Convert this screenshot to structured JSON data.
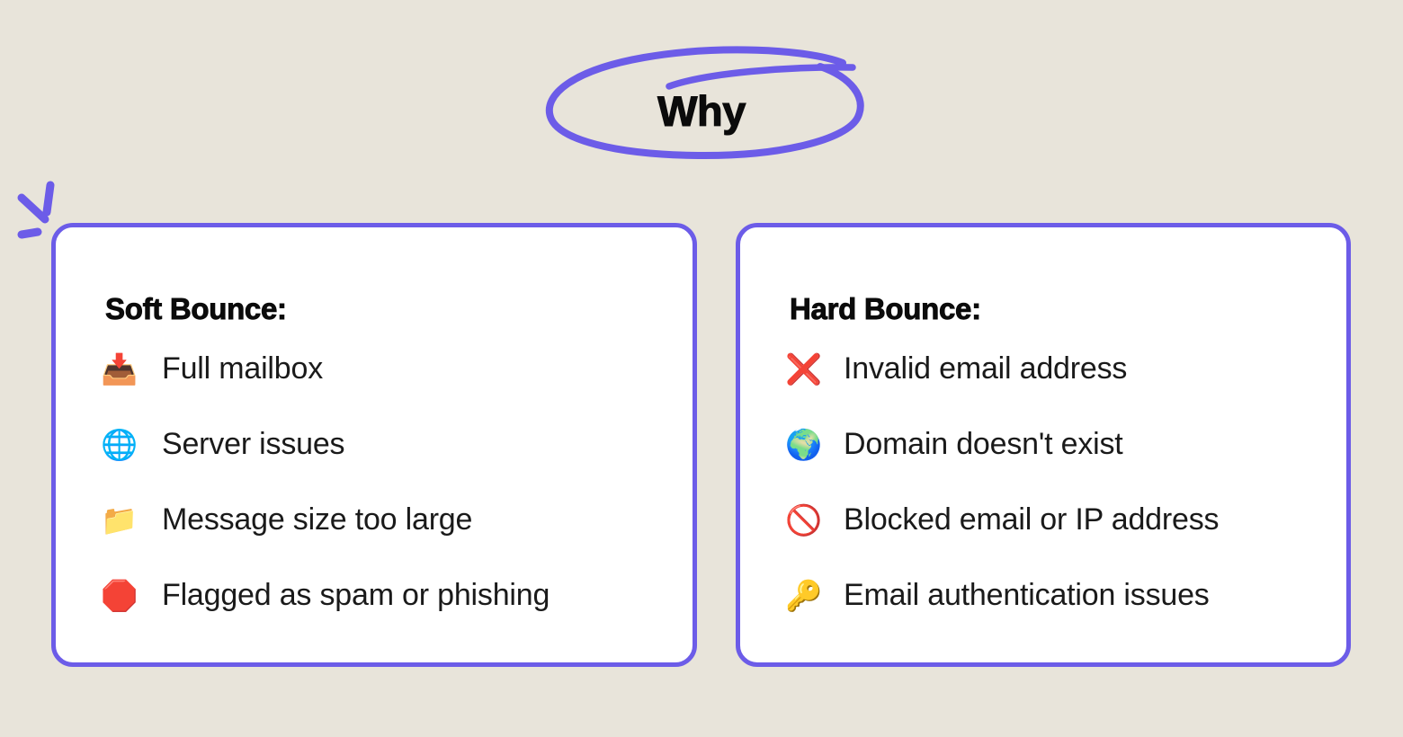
{
  "theme": {
    "background_color": "#E8E4DA",
    "accent_color": "#6C5CE8",
    "card_background": "#FFFFFF",
    "text_color": "#0B0B0B"
  },
  "header": {
    "title": "Why",
    "annotation": "hand-drawn-purple-ellipse"
  },
  "decorations": {
    "sparkle": "three-purple-dashes"
  },
  "cards": [
    {
      "id": "soft-bounce",
      "title": "Soft Bounce:",
      "items": [
        {
          "icon": "inbox-tray-icon",
          "glyph": "📥",
          "label": "Full mailbox"
        },
        {
          "icon": "globe-meridians-icon",
          "glyph": "🌐",
          "label": "Server issues"
        },
        {
          "icon": "folder-icon",
          "glyph": "📁",
          "label": "Message size too large"
        },
        {
          "icon": "stop-sign-icon",
          "glyph": "🛑",
          "label": "Flagged as spam or phishing"
        }
      ]
    },
    {
      "id": "hard-bounce",
      "title": "Hard Bounce:",
      "items": [
        {
          "icon": "cross-mark-icon",
          "glyph": "❌",
          "label": "Invalid email address"
        },
        {
          "icon": "earth-globe-europe-africa-icon",
          "glyph": "🌍",
          "label": "Domain doesn't exist"
        },
        {
          "icon": "prohibited-sign-icon",
          "glyph": "🚫",
          "label": "Blocked email or IP address"
        },
        {
          "icon": "key-icon",
          "glyph": "🔑",
          "label": "Email authentication issues"
        }
      ]
    }
  ]
}
